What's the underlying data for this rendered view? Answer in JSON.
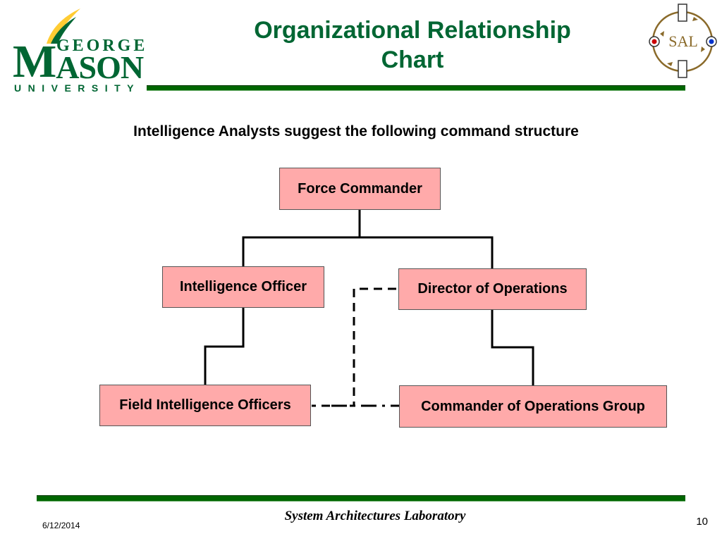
{
  "header": {
    "logo": {
      "george": "GEORGE",
      "mason_initial": "M",
      "mason_rest": "ASON",
      "university": "UNIVERSITY"
    },
    "title_line1": "Organizational Relationship",
    "title_line2": "Chart",
    "sal_logo_text": "SAL"
  },
  "subtitle": "Intelligence Analysts suggest the following command structure",
  "org_chart": {
    "nodes": {
      "force_commander": "Force Commander",
      "intelligence_officer": "Intelligence Officer",
      "director_of_operations": "Director of Operations",
      "field_intelligence_officers": "Field Intelligence Officers",
      "commander_of_operations_group": "Commander of Operations Group"
    }
  },
  "footer": {
    "lab": "System Architectures Laboratory",
    "date": "6/12/2014",
    "page": "10"
  },
  "colors": {
    "brand_green": "#006633",
    "bar_green": "#006600",
    "node_fill": "#ffaaaa"
  }
}
